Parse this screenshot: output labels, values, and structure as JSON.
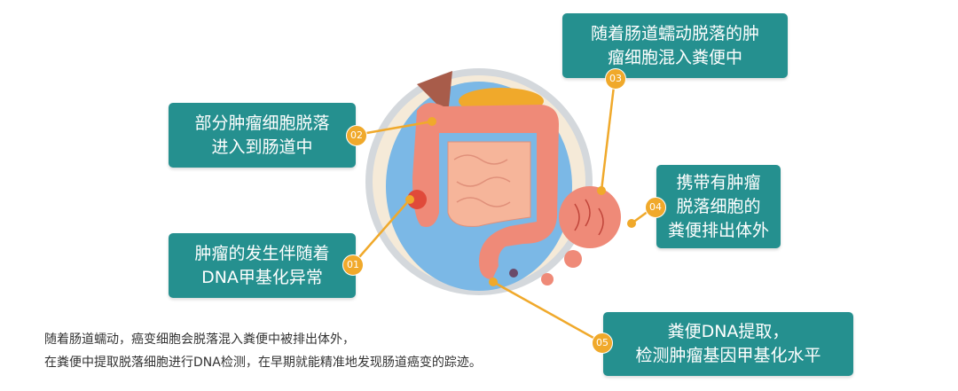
{
  "steps": [
    {
      "num": "01",
      "lines": [
        "肿瘤的发生伴随着",
        "DNA甲基化异常"
      ]
    },
    {
      "num": "02",
      "lines": [
        "部分肿瘤细胞脱落",
        "进入到肠道中"
      ]
    },
    {
      "num": "03",
      "lines": [
        "随着肠道蠕动脱落的肿",
        "瘤细胞混入粪便中"
      ]
    },
    {
      "num": "04",
      "lines": [
        "携带有肿瘤",
        "脱落细胞的",
        "粪便排出体外"
      ]
    },
    {
      "num": "05",
      "lines": [
        "粪便DNA提取，",
        "检测肿瘤基因甲基化水平"
      ]
    }
  ],
  "caption": [
    "随着肠道蠕动，癌变细胞会脱落混入粪便中被排出体外，",
    "在粪便中提取脱落细胞进行DNA检测，在早期就能精准地发现肠道癌变的踪迹。"
  ],
  "colors": {
    "box": "#25908f",
    "connector": "#f0a92b",
    "colon": "#ef8a78",
    "background_circle": "#7bb8e6"
  }
}
